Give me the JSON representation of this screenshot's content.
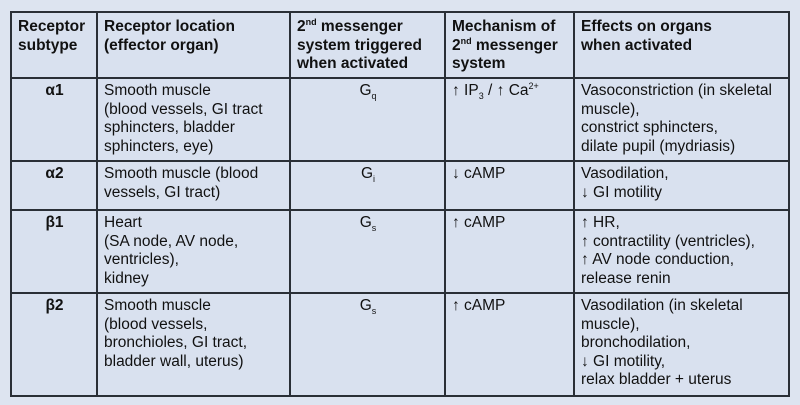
{
  "table": {
    "headers": [
      {
        "lines": [
          "Receptor",
          "subtype"
        ]
      },
      {
        "lines": [
          "Receptor location",
          "(effector organ)"
        ]
      },
      {
        "pre": "2",
        "sup": "nd",
        "post": " messenger",
        "lines": [
          "system triggered",
          "when activated"
        ]
      },
      {
        "lines": [
          "Mechanism of"
        ],
        "pre2": "2",
        "sup2": "nd",
        "post2": " messenger",
        "lines_after": [
          "system"
        ]
      },
      {
        "lines": [
          "Effects on organs",
          "when activated"
        ]
      }
    ],
    "rows": [
      {
        "subtype": "α1",
        "location": [
          "Smooth muscle",
          "(blood vessels, GI tract",
          "sphincters, bladder",
          "sphincters, eye)"
        ],
        "messenger": {
          "base": "G",
          "sub": "q"
        },
        "mechanism": {
          "a": "↑ IP",
          "a_sub": "3",
          "b": " / ↑ Ca",
          "b_sup": "2+"
        },
        "effects": [
          "Vasoconstriction (in skeletal",
          "muscle),",
          "constrict sphincters,",
          "dilate pupil (mydriasis)"
        ]
      },
      {
        "subtype": "α2",
        "location": [
          "Smooth muscle (blood",
          "vessels, GI tract)"
        ],
        "messenger": {
          "base": "G",
          "sub": "i"
        },
        "mechanism": {
          "text": "↓ cAMP"
        },
        "effects": [
          "Vasodilation,",
          "↓ GI motility"
        ]
      },
      {
        "subtype": "β1",
        "location": [
          "Heart",
          "(SA node, AV node,",
          "ventricles),",
          "kidney"
        ],
        "messenger": {
          "base": "G",
          "sub": "s"
        },
        "mechanism": {
          "text": "↑ cAMP"
        },
        "effects": [
          "↑ HR,",
          "↑ contractility (ventricles),",
          "↑ AV node conduction,",
          "release renin"
        ]
      },
      {
        "subtype": "β2",
        "location": [
          "Smooth muscle",
          "(blood vessels,",
          "bronchioles, GI tract,",
          "bladder wall, uterus)"
        ],
        "messenger": {
          "base": "G",
          "sub": "s"
        },
        "mechanism": {
          "text": "↑ cAMP"
        },
        "effects": [
          "Vasodilation (in skeletal",
          "muscle),",
          "bronchodilation,",
          "↓ GI motility,",
          "relax bladder + uterus"
        ]
      }
    ]
  },
  "colors": {
    "page_background": "#dde4f0",
    "cell_background": "#d9e1ef",
    "border": "#2a2f36",
    "text": "#111111"
  }
}
